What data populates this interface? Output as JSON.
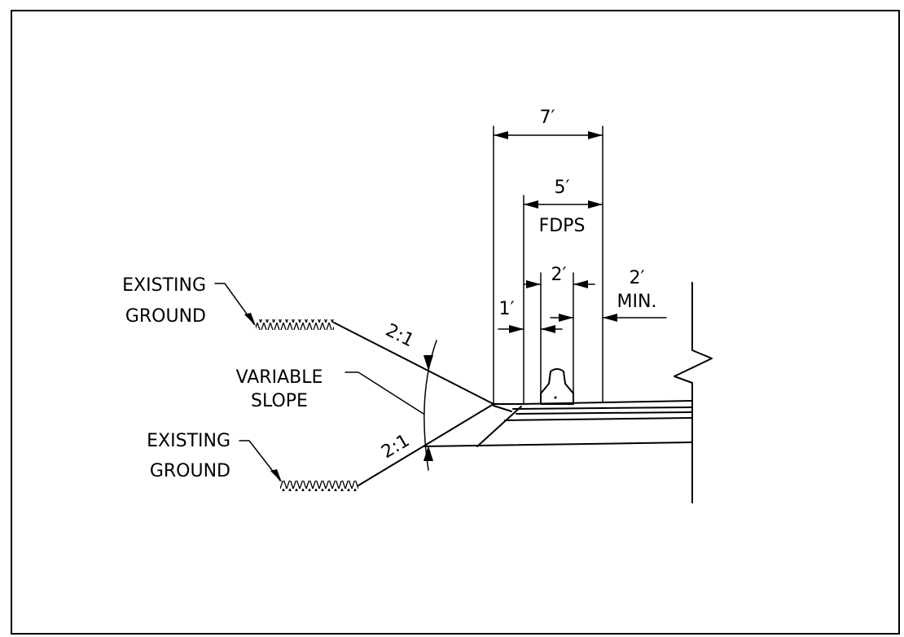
{
  "labels": {
    "dim_7ft": "7′",
    "dim_5ft": "5′",
    "fdps": "FDPS",
    "dim_2ft_top": "2′",
    "dim_2ft_min_value": "2′",
    "min": "MIN.",
    "dim_1ft": "1′",
    "existing_upper": "EXISTING",
    "ground_upper": "GROUND",
    "existing_lower": "EXISTING",
    "ground_lower": "GROUND",
    "variable": "VARIABLE",
    "slope": "SLOPE",
    "slope_upper": "2:1",
    "slope_lower": "2:1"
  }
}
